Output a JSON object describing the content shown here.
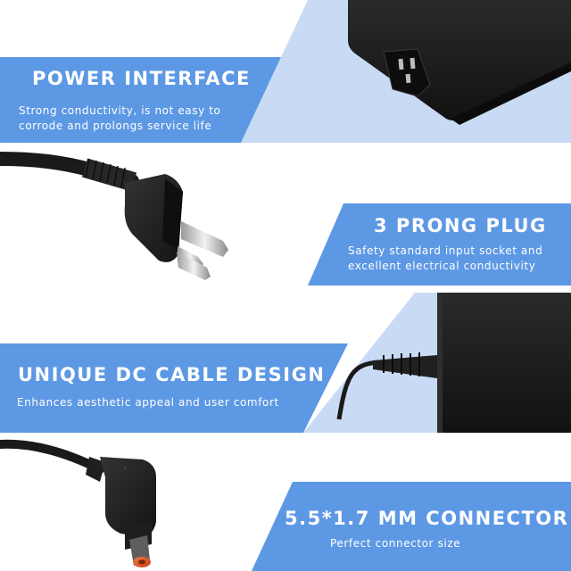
{
  "colors": {
    "band_blue": "#5d98e4",
    "light_blue": "#c9dbf4",
    "product_black": "#1b1b1b",
    "connector_tip": "#e8511f"
  },
  "sections": [
    {
      "title": "POWER INTERFACE",
      "lines": [
        "Strong conductivity, is not easy to",
        "corrode and prolongs service life"
      ]
    },
    {
      "title": "3 PRONG PLUG",
      "lines": [
        "Safety standard input socket and",
        "excellent electrical conductivity"
      ]
    },
    {
      "title": "UNIQUE DC CABLE DESIGN",
      "lines": [
        "Enhances aesthetic appeal and user comfort"
      ]
    },
    {
      "title": "5.5*1.7 MM CONNECTOR",
      "lines": [
        "Perfect connector size"
      ]
    }
  ]
}
